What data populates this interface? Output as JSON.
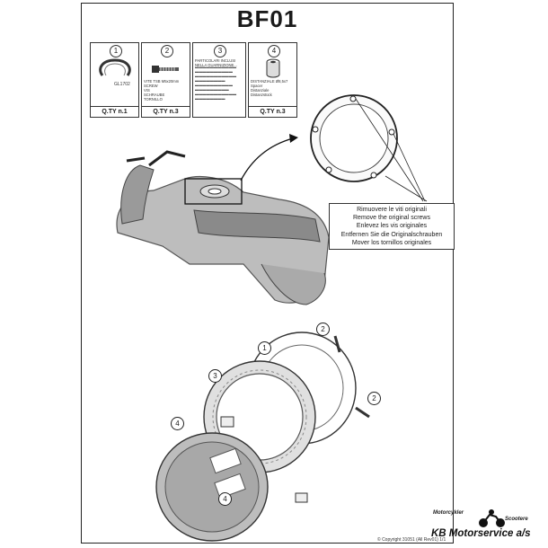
{
  "header": {
    "title": "BF01"
  },
  "parts": [
    {
      "num": "1",
      "code": "GL1702",
      "qty": "Q.TY n.1"
    },
    {
      "num": "2",
      "code": "VITE TSB M5x20mm\nSCREW\nVIS\nSCHRAUBE\nTORNILLO",
      "qty": "Q.TY n.3"
    },
    {
      "num": "3",
      "code": "PARTICOLARI INCLUSI NELLA GUARNIZIONE...",
      "qty": ""
    },
    {
      "num": "4",
      "code": "DISTANZIALE Ø8,5x7\nSpacer\nDistanziale\nDistanzstück",
      "qty": "Q.TY n.3"
    }
  ],
  "caption": {
    "lines": [
      "Rimuovere le viti originali",
      "Remove the original screws",
      "Enlevez  les vis originales",
      "Entfernen Sie die Originalschrauben",
      "Mover los tornillos originales"
    ]
  },
  "callouts": [
    "2",
    "1",
    "3",
    "2",
    "4",
    "4"
  ],
  "footer": {
    "copyright": "© Copyright 31051 (All Rev01) 1/1",
    "logo_small_left": "Motorcykler",
    "logo_small_right": "Scootere",
    "logo_brand": "KB Motorservice a/s"
  }
}
